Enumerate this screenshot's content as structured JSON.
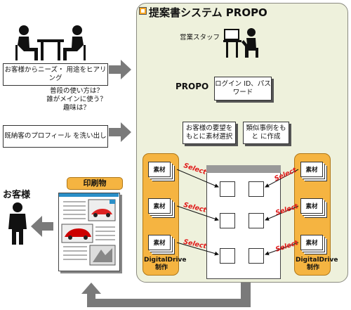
{
  "system": {
    "title": "提案書システム PROPO",
    "staff_label": "営業スタッフ",
    "propo_label": "PROPO",
    "login_text": "ログイン ID、パスワード",
    "select_box_text": "お客様の要望を もとに素材選択",
    "similar_box_text": "類似事例をもと に作成"
  },
  "inputs": {
    "hearing_text": "お客様からニーズ・ 用途をヒアリング",
    "questions": [
      "普段の使い方は？",
      "誰がメインに使う？",
      "趣味は？"
    ],
    "profile_text": "既納客のプロフィール を洗い出し"
  },
  "materials": {
    "item_label": "素材",
    "select_label": "Select",
    "producer_label": "DigitalDrive 制作"
  },
  "output": {
    "printed_label": "印刷物",
    "customer_label": "お客様"
  },
  "colors": {
    "orange": "#f5b441",
    "panel": "#eef1dc",
    "arrow_gray": "#7a7a7a",
    "select_red": "#e01818"
  }
}
